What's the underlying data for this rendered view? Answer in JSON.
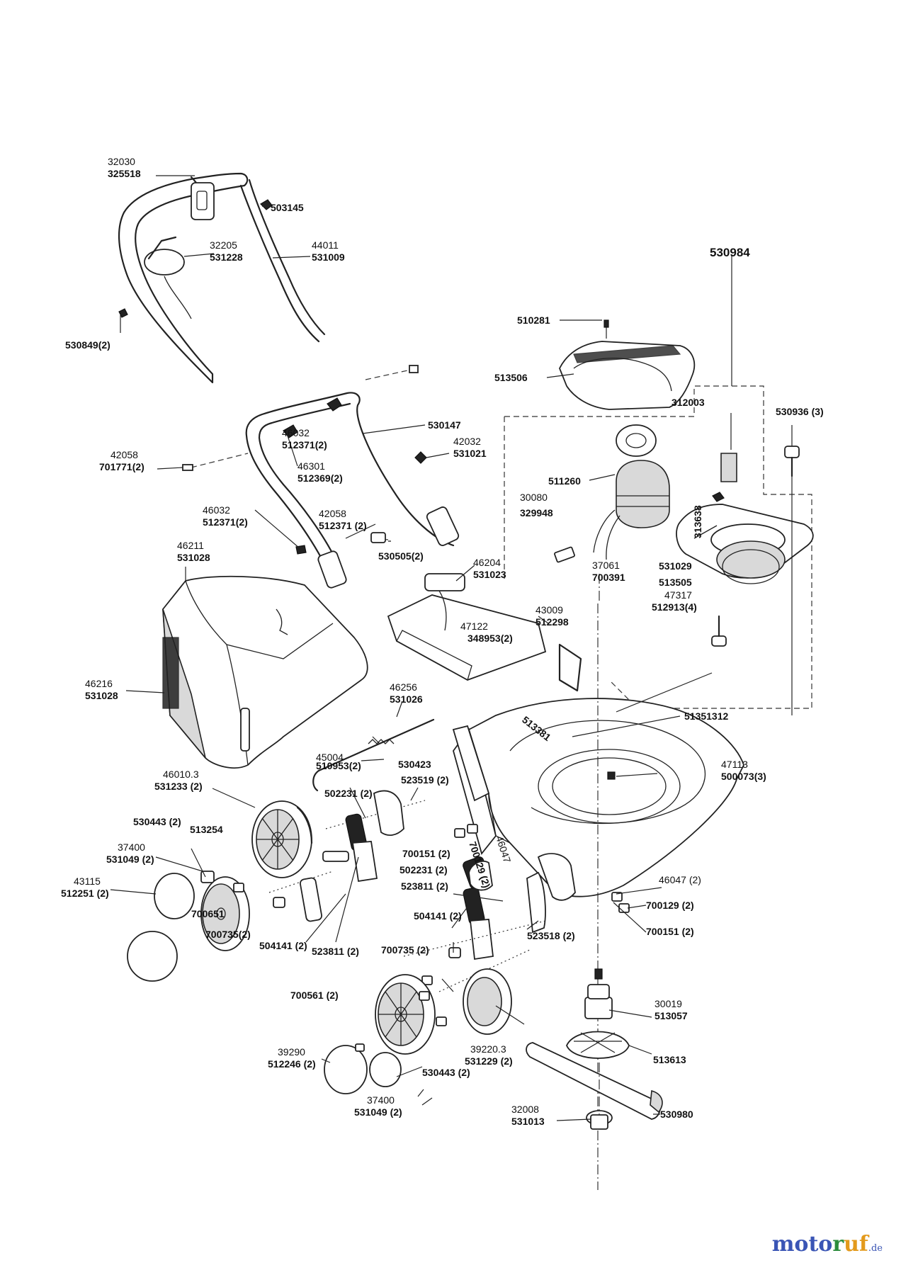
{
  "assembly_number": "530984",
  "callouts": {
    "c_325518": {
      "num": "32030",
      "part": "325518"
    },
    "c_503145": {
      "num": "",
      "part": "503145"
    },
    "c_531228": {
      "num": "32205",
      "part": "531228"
    },
    "c_531009": {
      "num": "44011",
      "part": "531009"
    },
    "c_530849": {
      "num": "",
      "part": "530849(2)"
    },
    "c_510281": {
      "num": "",
      "part": "510281"
    },
    "c_513506": {
      "num": "",
      "part": "513506"
    },
    "c_312003": {
      "num": "",
      "part": "312003"
    },
    "c_530936": {
      "num": "",
      "part": "530936 (3)"
    },
    "c_530147": {
      "num": "",
      "part": "530147"
    },
    "c_512371a": {
      "num": "46032",
      "part": "512371(2)"
    },
    "c_531021": {
      "num": "42032",
      "part": "531021"
    },
    "c_701771": {
      "num": "42058",
      "part": "701771(2)"
    },
    "c_512369": {
      "num": "46301",
      "part": "512369(2)"
    },
    "c_511260": {
      "num": "",
      "part": "511260"
    },
    "c_329948": {
      "num": "30080",
      "part": "329948"
    },
    "c_313638": {
      "num": "",
      "part": "313638"
    },
    "c_512371b": {
      "num": "46032",
      "part": "512371(2)"
    },
    "c_512371c": {
      "num": "42058",
      "part": "512371 (2)"
    },
    "c_531029": {
      "num": "",
      "part": "531029"
    },
    "c_513505": {
      "num": "",
      "part": "513505"
    },
    "c_700391": {
      "num": "37061",
      "part": "700391"
    },
    "c_512913": {
      "num": "47317",
      "part": "512913(4)"
    },
    "c_531028a": {
      "num": "46211",
      "part": "531028"
    },
    "c_530505": {
      "num": "",
      "part": "530505(2)"
    },
    "c_531023": {
      "num": "46204",
      "part": "531023"
    },
    "c_512298": {
      "num": "43009",
      "part": "512298"
    },
    "c_348953": {
      "num": "47122",
      "part": "348953(2)"
    },
    "c_531028b": {
      "num": "46216",
      "part": "531028"
    },
    "c_531026": {
      "num": "46256",
      "part": "531026"
    },
    "c_513381": {
      "num": "",
      "part": "513381"
    },
    "c_513513": {
      "num": "",
      "part": "51351312"
    },
    "c_510953": {
      "num": "45004",
      "part": "510953(2)"
    },
    "c_530423": {
      "num": "",
      "part": "530423"
    },
    "c_500073": {
      "num": "47113",
      "part": "500073(3)"
    },
    "c_531233": {
      "num": "46010.3",
      "part": "531233 (2)"
    },
    "c_523519": {
      "num": "",
      "part": "523519 (2)"
    },
    "c_502231a": {
      "num": "",
      "part": "502231 (2)"
    },
    "c_530443a": {
      "num": "",
      "part": "530443 (2)"
    },
    "c_513254": {
      "num": "",
      "part": "513254"
    },
    "c_531049a": {
      "num": "37400",
      "part": "531049 (2)"
    },
    "c_700151a": {
      "num": "",
      "part": "700151 (2)"
    },
    "c_700129v": {
      "num": "",
      "part": "700129 (2)"
    },
    "c_46047v": {
      "num": "46047",
      "part": ""
    },
    "c_512251": {
      "num": "43115",
      "part": "512251 (2)"
    },
    "c_502231b": {
      "num": "",
      "part": "502231 (2)"
    },
    "c_523811a": {
      "num": "",
      "part": "523811 (2)"
    },
    "c_46047r": {
      "num": "46047 (2)",
      "part": ""
    },
    "c_700129r": {
      "num": "",
      "part": "700129 (2)"
    },
    "c_700151r": {
      "num": "",
      "part": "700151 (2)"
    },
    "c_700651": {
      "num": "",
      "part": "700651"
    },
    "c_700735a": {
      "num": "",
      "part": "700735(2)"
    },
    "c_504141a": {
      "num": "",
      "part": "504141 (2)"
    },
    "c_504141b": {
      "num": "",
      "part": "504141 (2)"
    },
    "c_523811b": {
      "num": "",
      "part": "523811 (2)"
    },
    "c_523518": {
      "num": "",
      "part": "523518 (2)"
    },
    "c_700735b": {
      "num": "",
      "part": "700735 (2)"
    },
    "c_700561": {
      "num": "",
      "part": "700561 (2)"
    },
    "c_513057": {
      "num": "30019",
      "part": "513057"
    },
    "c_512246": {
      "num": "39290",
      "part": "512246 (2)"
    },
    "c_531229": {
      "num": "39220.3",
      "part": "531229 (2)"
    },
    "c_530443b": {
      "num": "",
      "part": "530443 (2)"
    },
    "c_513613": {
      "num": "",
      "part": "513613"
    },
    "c_531049b": {
      "num": "37400",
      "part": "531049 (2)"
    },
    "c_531013": {
      "num": "32008",
      "part": "531013"
    },
    "c_530980": {
      "num": "",
      "part": "530980"
    }
  },
  "brand": {
    "moto": "moto",
    "r": "r",
    "uf": "uf",
    "tld": ".de"
  }
}
